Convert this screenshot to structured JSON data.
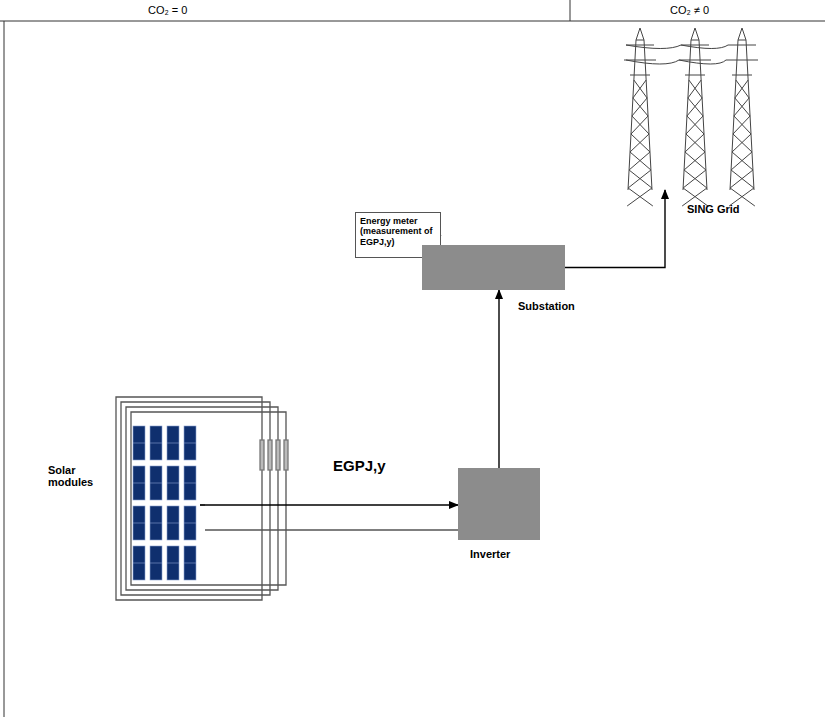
{
  "diagram": {
    "nodes": [
      {
        "text": [
          "SING Grid"
        ]
      },
      {
        "text": [
          "Energy meter (measurement of EGPJ,y)"
        ]
      },
      {
        "text": [
          "Substation"
        ]
      },
      {
        "text": [
          "Solar modules"
        ]
      },
      {
        "text": [
          "Inverter"
        ]
      }
    ],
    "edges": [
      {
        "from": 3,
        "to": 4,
        "arrow": "to",
        "label": "EGPJ,y"
      },
      {
        "from": 4,
        "to": 2,
        "arrow": "to"
      },
      {
        "from": 2,
        "to": 0,
        "arrow": "to"
      },
      {
        "from": 1,
        "to": 2,
        "arrow": "none"
      }
    ],
    "labels": [
      "CO₂ = 0",
      "CO₂ ≠ 0"
    ]
  }
}
